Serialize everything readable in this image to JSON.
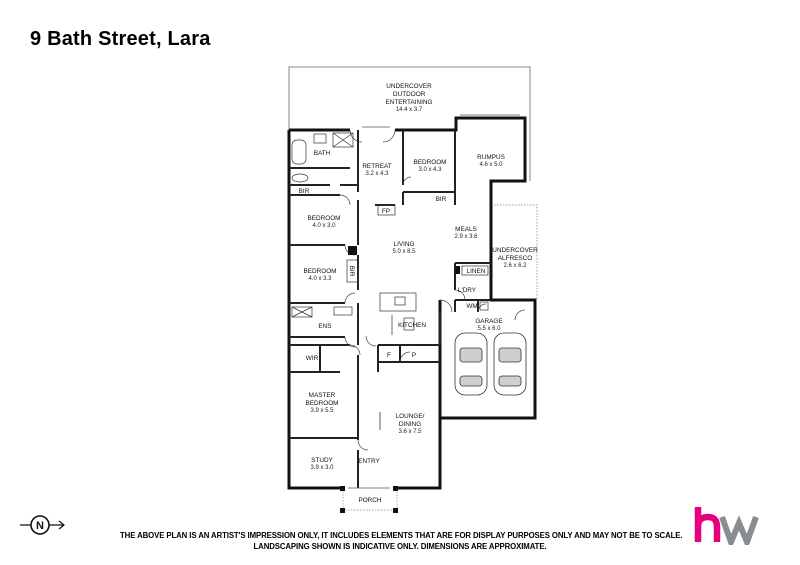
{
  "title": "9 Bath Street, Lara",
  "rooms": {
    "outdoor": {
      "l1": "UNDERCOVER",
      "l2": "OUTDOOR",
      "l3": "ENTERTAINING",
      "dim": "14.4 x 3.7"
    },
    "bath": "BATH",
    "retreat": {
      "name": "RETREAT",
      "dim": "3.2 x 4.3"
    },
    "bedroom_top": {
      "name": "BEDROOM",
      "dim": "3.0 x 4.3"
    },
    "rumpus": {
      "name": "RUMPUS",
      "dim": "4.6 x 5.0"
    },
    "bir1": "BIR",
    "bir2": "BIR",
    "fp": "FP",
    "bedroom_left1": {
      "name": "BEDROOM",
      "dim": "4.0 x 3.0"
    },
    "living": {
      "name": "LIVING",
      "dim": "5.0 x 8.5"
    },
    "meals": {
      "name": "MEALS",
      "dim": "2.9 x 3.6"
    },
    "alfresco": {
      "l1": "UNDERCOVER",
      "l2": "ALFRESCO",
      "dim": "2.6 x 6.2"
    },
    "bedroom_left2": {
      "name": "BEDROOM",
      "dim": "4.0 x 3.3"
    },
    "bir3": "BIR",
    "linen": "LINEN",
    "ldry": "L'DRY",
    "wm": "WM",
    "ens": "ENS",
    "kitchen": "KITCHEN",
    "garage": {
      "name": "GARAGE",
      "dim": "5.5 x 6.0"
    },
    "wir": "WIR",
    "f": "F",
    "p": "P",
    "master": {
      "l1": "MASTER",
      "l2": "BEDROOM",
      "dim": "3.9 x 5.5"
    },
    "lounge": {
      "l1": "LOUNGE/",
      "l2": "DINING",
      "dim": "3.6 x 7.5"
    },
    "study": {
      "name": "STUDY",
      "dim": "3.9 x 3.0"
    },
    "entry": "ENTRY",
    "porch": "PORCH"
  },
  "compass": {
    "letter": "N"
  },
  "disclaimer": {
    "line1": "THE ABOVE PLAN IS AN ARTIST'S IMPRESSION ONLY, IT INCLUDES ELEMENTS THAT ARE FOR DISPLAY PURPOSES ONLY AND MAY NOT BE TO SCALE.",
    "line2": "LANDSCAPING SHOWN IS INDICATIVE ONLY. DIMENSIONS ARE APPROXIMATE."
  },
  "logo": {
    "text": "hw",
    "color_h": "#e6007e",
    "color_w": "#8a8d8f"
  }
}
